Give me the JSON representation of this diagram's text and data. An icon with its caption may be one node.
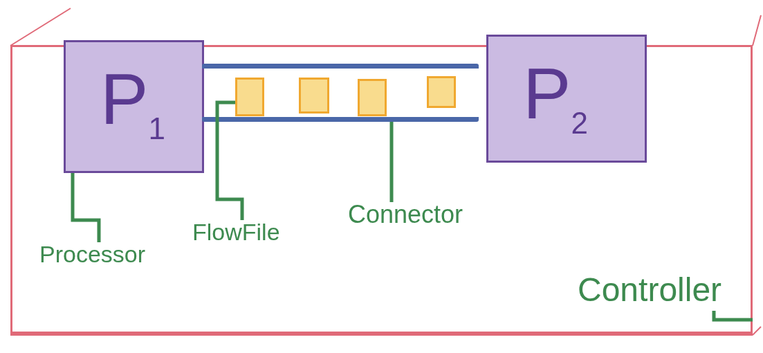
{
  "diagram": {
    "nodes": [
      {
        "text": [],
        "shape": "box"
      },
      {
        "text": [
          "P$_{1}$"
        ],
        "in": 0
      },
      {
        "text": [
          "P$_{2}$"
        ],
        "in": 0
      },
      {
        "text": [],
        "shape": "bar",
        "in": 0
      },
      {
        "text": [],
        "shape": "box",
        "in": 3
      },
      {
        "text": [],
        "shape": "box",
        "in": 3
      },
      {
        "text": [],
        "shape": "box",
        "in": 3
      },
      {
        "text": [],
        "shape": "box",
        "in": 3
      },
      {
        "text": [
          "Processor"
        ],
        "in": 0
      },
      {
        "text": [
          "FlowFile"
        ],
        "in": 0
      },
      {
        "text": [
          "Connector"
        ],
        "in": 0
      },
      {
        "text": [
          "Controller"
        ],
        "in": 0
      }
    ],
    "edges": [
      {
        "from": 8,
        "to": 1,
        "arrow": "none"
      },
      {
        "from": 9,
        "to": 4,
        "arrow": "none"
      },
      {
        "from": 10,
        "to": 3,
        "arrow": "none"
      },
      {
        "from": 11,
        "to": 0,
        "arrow": "none"
      }
    ]
  }
}
